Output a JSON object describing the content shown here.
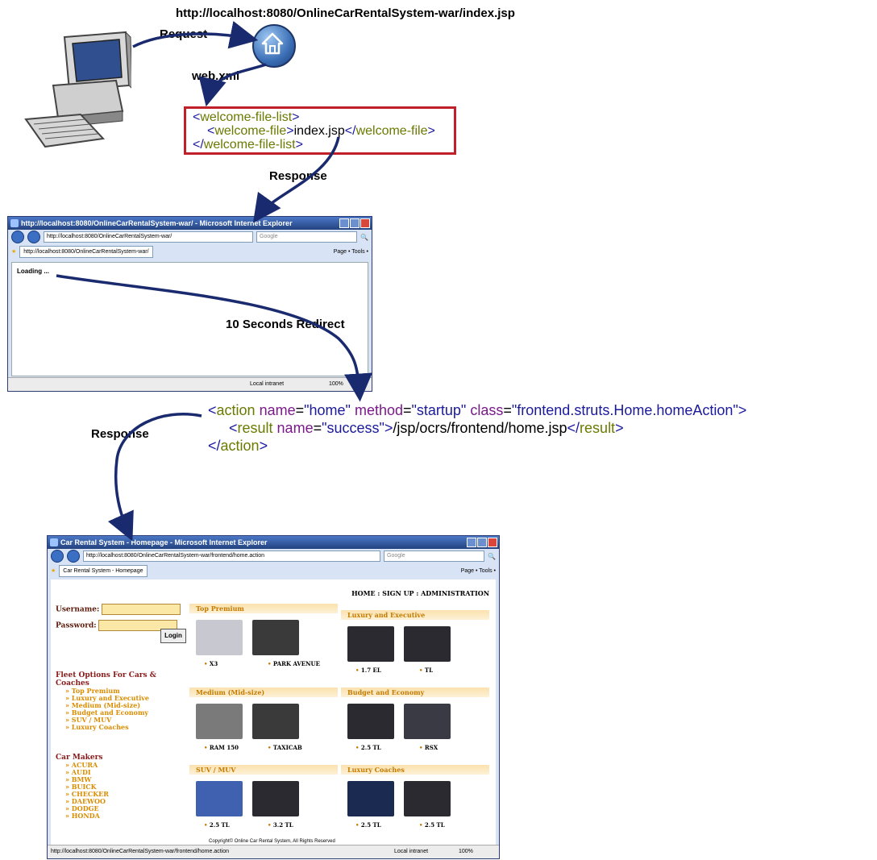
{
  "diagram": {
    "url_label": "http://localhost:8080/OnlineCarRentalSystem-war/index.jsp",
    "request_label": "Request",
    "webxml_label": "web.xml",
    "response_label_1": "Response",
    "redirect_label": "10 Seconds Redirect",
    "response_label_2": "Response"
  },
  "xml": {
    "line1_tag": "welcome-file-list",
    "line2_tag": "welcome-file",
    "line2_value": "index.jsp",
    "line3_tag": "welcome-file-list"
  },
  "action_xml": {
    "tag": "action",
    "name_attr": "name",
    "name_val": "\"home\"",
    "method_attr": "method",
    "method_val": "\"startup\"",
    "class_attr": "class",
    "class_val": "\"frontend.struts.Home.homeAction\"",
    "result_tag": "result",
    "result_name_val": "\"success\"",
    "result_value": "/jsp/ocrs/frontend/home.jsp"
  },
  "ie1": {
    "title": "http://localhost:8080/OnlineCarRentalSystem-war/ - Microsoft Internet Explorer",
    "address": "http://localhost:8080/OnlineCarRentalSystem-war/",
    "search_placeholder": "Google",
    "tab": "http://localhost:8080/OnlineCarRentalSystem-war/",
    "tools": "Page • Tools •",
    "content_text": "Loading ...",
    "status_zone": "Local intranet",
    "zoom": "100%"
  },
  "ie2": {
    "title": "Car Rental System - Homepage - Microsoft Internet Explorer",
    "address": "http://localhost:8080/OnlineCarRentalSystem-war/frontend/home.action",
    "search_placeholder": "Google",
    "tab": "Car Rental System - Homepage",
    "tools": "Page • Tools •",
    "status_url": "http://localhost:8080/OnlineCarRentalSystem-war/frontend/home.action",
    "status_zone": "Local intranet",
    "zoom": "100%"
  },
  "homepage": {
    "topnav": "HOME : SIGN UP : ADMINISTRATION",
    "username_label": "Username:",
    "password_label": "Password:",
    "login_button": "Login",
    "fleet_title": "Fleet Options For Cars & Coaches",
    "fleet_items": [
      "Top Premium",
      "Luxury and Executive",
      "Medium (Mid-size)",
      "Budget and Economy",
      "SUV / MUV",
      "Luxury Coaches"
    ],
    "makers_title": "Car Makers",
    "makers": [
      "ACURA",
      "AUDI",
      "BMW",
      "BUICK",
      "CHECKER",
      "DAEWOO",
      "DODGE",
      "HONDA"
    ],
    "cells": [
      {
        "title": "Top Premium",
        "cars": [
          "X3",
          "PARK AVENUE"
        ],
        "colors": [
          "#c8c8d0",
          "#3a3a3a"
        ]
      },
      {
        "title": "Luxury and Executive",
        "cars": [
          "1.7 EL",
          "TL"
        ],
        "colors": [
          "#2a2a30",
          "#2a2a30"
        ]
      },
      {
        "title": "Medium (Mid-size)",
        "cars": [
          "RAM 150",
          "TAXICAB"
        ],
        "colors": [
          "#7a7a7a",
          "#3a3a3a"
        ]
      },
      {
        "title": "Budget and Economy",
        "cars": [
          "2.5 TL",
          "RSX"
        ],
        "colors": [
          "#2a2a30",
          "#3a3a45"
        ]
      },
      {
        "title": "SUV / MUV",
        "cars": [
          "2.5 TL",
          "3.2 TL"
        ],
        "colors": [
          "#4060b0",
          "#2a2a30"
        ]
      },
      {
        "title": "Luxury Coaches",
        "cars": [
          "2.5 TL",
          "2.5 TL"
        ],
        "colors": [
          "#1a2a50",
          "#2a2a30"
        ]
      }
    ],
    "footer": "Copyright© Online Car Rental System, All Rights Reserved"
  },
  "colors": {
    "arrow": "#1a2a6e",
    "xml_border": "#c0202a"
  }
}
